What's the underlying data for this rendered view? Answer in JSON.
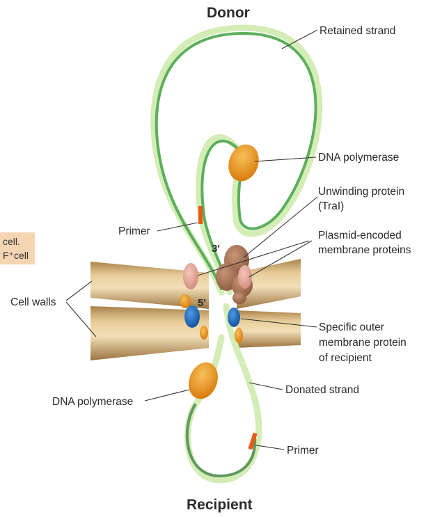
{
  "title_top": "Donor",
  "title_bottom": "Recipient",
  "left_edge_label_1": "cell.",
  "left_edge_label_2": "F⁺cell",
  "labels": {
    "retained_strand": "Retained strand",
    "dna_polymerase_donor": "DNA polymerase",
    "unwinding_protein_1": "Unwinding protein",
    "unwinding_protein_2": "(TraI)",
    "plasmid_proteins_1": "Plasmid-encoded",
    "plasmid_proteins_2": "membrane proteins",
    "primer_donor": "Primer",
    "three_prime": "3'",
    "five_prime": "5'",
    "cell_walls": "Cell walls",
    "outer_protein_1": "Specific outer",
    "outer_protein_2": "membrane protein",
    "outer_protein_3": "of recipient",
    "donated_strand": "Donated strand",
    "dna_polymerase_recipient": "DNA polymerase",
    "primer_recipient": "Primer"
  },
  "colors": {
    "retained_strand": "#5cae5c",
    "donated_strand": "#d4ecb6",
    "polymerase": "#e8930f",
    "plasmid_protein": "#e6a79a",
    "unwinding_protein": "#a87558",
    "outer_membrane_protein": "#1d6fc4",
    "primer": "#e85a16",
    "cell_wall": "#d2b07a"
  }
}
